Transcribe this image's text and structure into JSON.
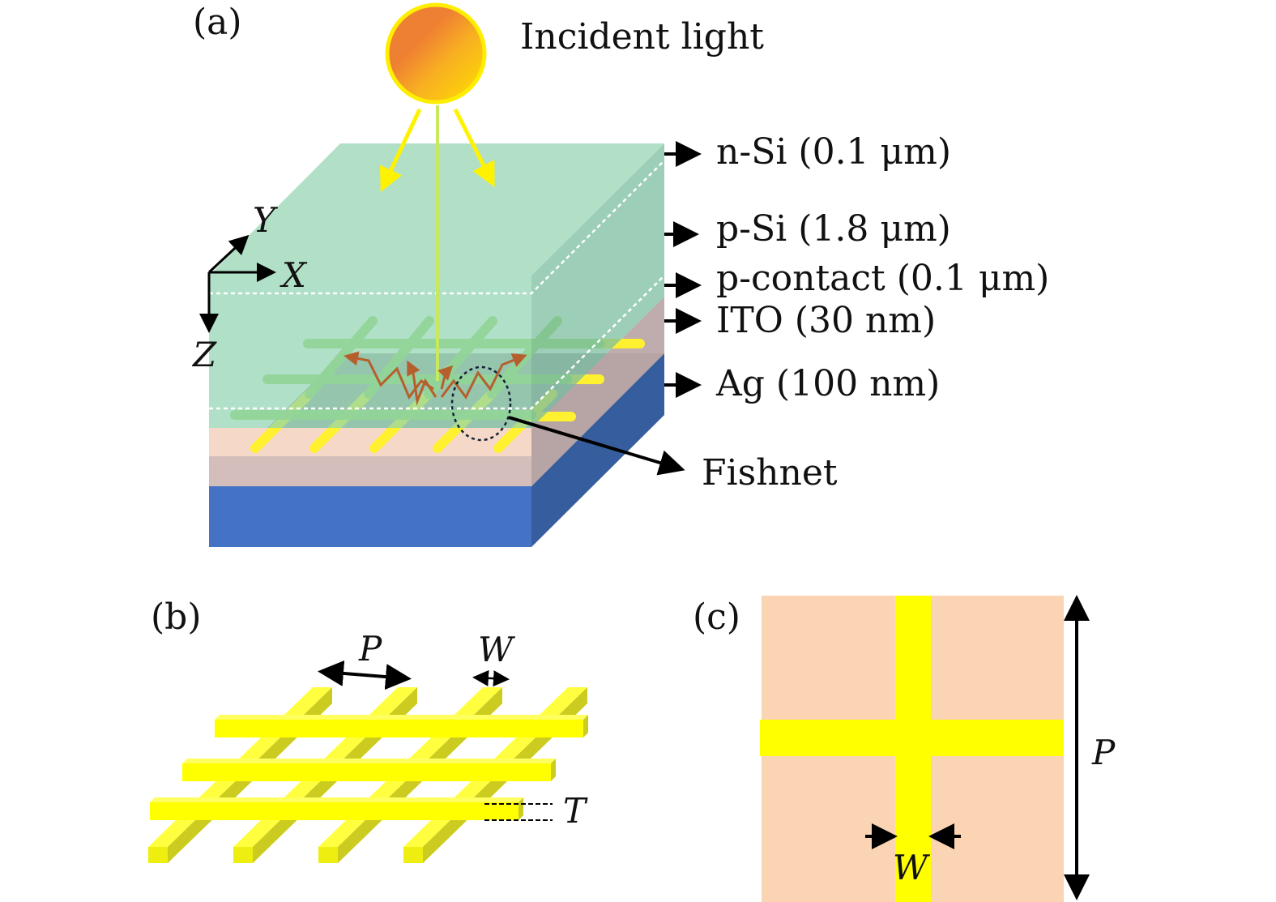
{
  "panel_a": {
    "label": "(a)",
    "incident_light": "Incident light",
    "layers": [
      {
        "label": "n-Si (0.1 μm)"
      },
      {
        "label": "p-Si (1.8 μm)"
      },
      {
        "label": "p-contact (0.1 μm)"
      },
      {
        "label": "ITO (30 nm)"
      },
      {
        "label": "Ag (100 nm)"
      }
    ],
    "fishnet": "Fishnet",
    "axes": {
      "x": "X",
      "y": "Y",
      "z": "Z"
    }
  },
  "panel_b": {
    "label": "(b)",
    "period": "P",
    "width": "W",
    "thickness": "T"
  },
  "panel_c": {
    "label": "(c)",
    "period": "P",
    "width": "W"
  },
  "colors": {
    "silicon": "#A6DCC0",
    "ito": "#F6D3BD",
    "ag": "#4472C4",
    "fishnet": "#FFFF00",
    "sun": "#F08C30"
  }
}
